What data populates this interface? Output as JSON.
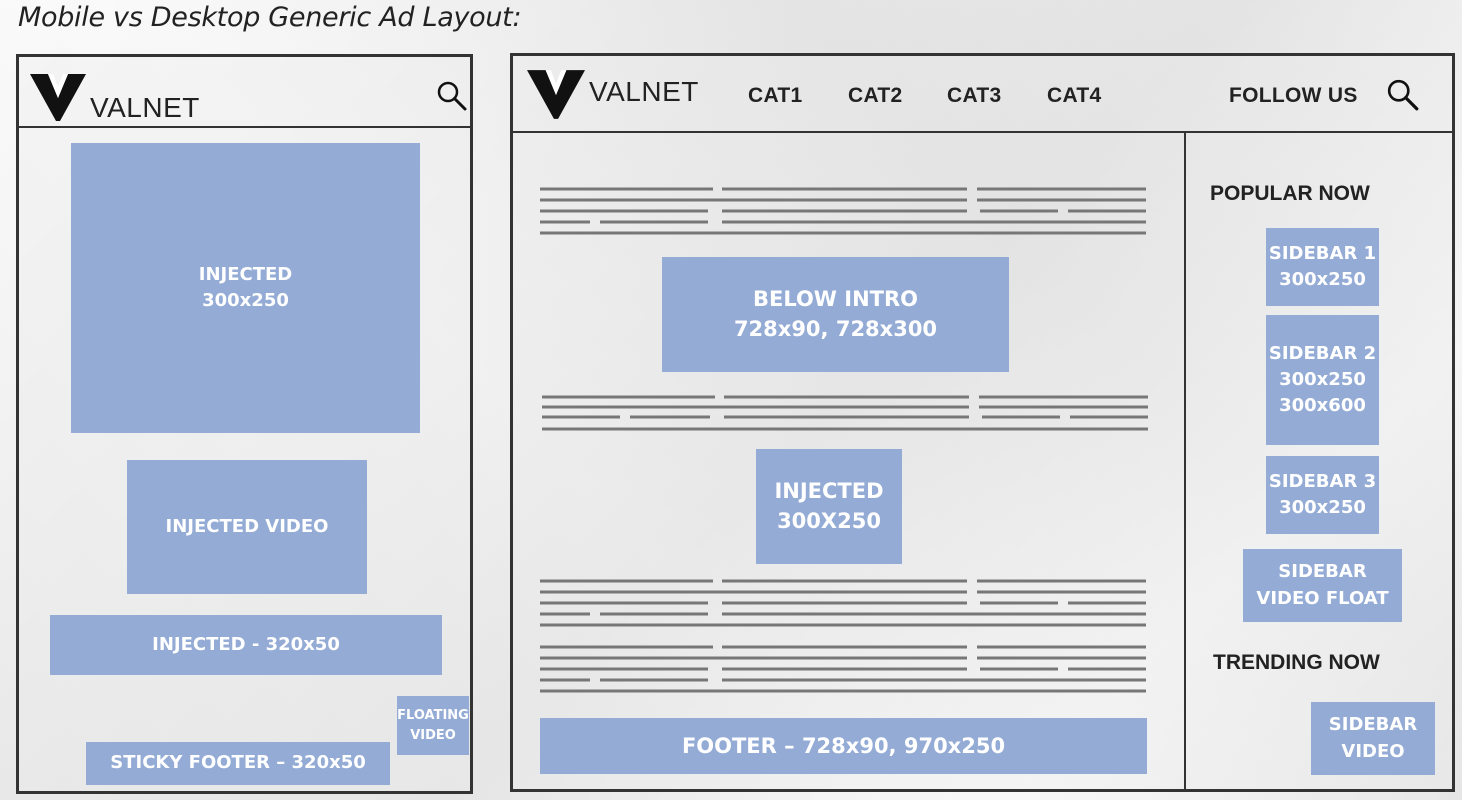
{
  "title": "Mobile vs Desktop Generic Ad Layout:",
  "colors": {
    "ad_fill": "#93abd5",
    "frame": "#333333",
    "text_lines": "#777777"
  },
  "mobile": {
    "logo_text": "VALNET",
    "ads": {
      "injected": {
        "line1": "INJECTED",
        "line2": "300x250"
      },
      "injected_video": {
        "line1": "INJECTED VIDEO"
      },
      "injected_320": {
        "line1": "INJECTED - 320x50"
      },
      "floating_video": {
        "line1": "FLOATING",
        "line2": "VIDEO"
      },
      "sticky_footer": {
        "line1": "STICKY FOOTER – 320x50"
      }
    }
  },
  "desktop": {
    "logo_text": "VALNET",
    "nav": [
      "CAT1",
      "CAT2",
      "CAT3",
      "CAT4"
    ],
    "follow_us": "FOLLOW US",
    "popular_now": "POPULAR NOW",
    "trending_now": "TRENDING NOW",
    "ads": {
      "below_intro": {
        "line1": "BELOW INTRO",
        "line2": "728x90, 728x300"
      },
      "injected": {
        "line1": "INJECTED",
        "line2": "300X250"
      },
      "footer": {
        "line1": "FOOTER – 728x90, 970x250"
      },
      "sidebar1": {
        "line1": "SIDEBAR 1",
        "line2": "300x250"
      },
      "sidebar2": {
        "line1": "SIDEBAR 2",
        "line2": "300x250",
        "line3": "300x600"
      },
      "sidebar3": {
        "line1": "SIDEBAR 3",
        "line2": "300x250"
      },
      "sidebar_video_float": {
        "line1": "SIDEBAR",
        "line2": "VIDEO FLOAT"
      },
      "sidebar_video": {
        "line1": "SIDEBAR",
        "line2": "VIDEO"
      }
    }
  }
}
